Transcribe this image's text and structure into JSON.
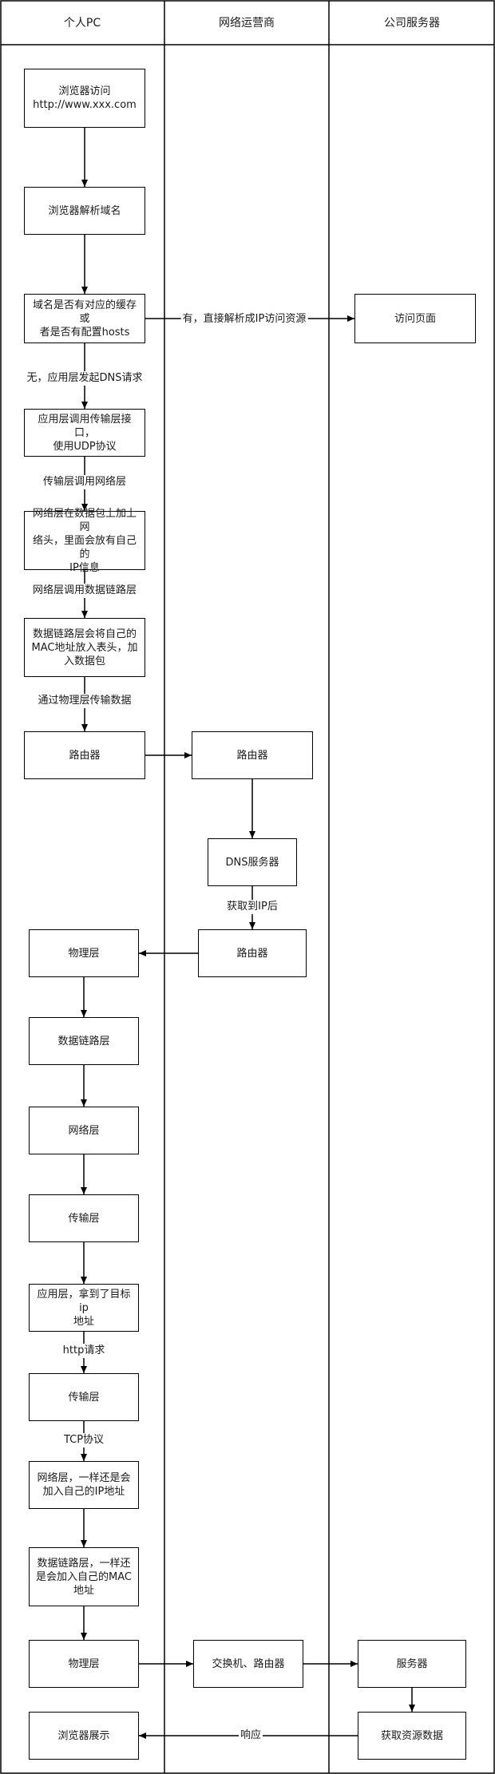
{
  "lanes": [
    "个人PC",
    "网络运营商",
    "公司服务器"
  ],
  "nodes": {
    "n1": "浏览器访问\nhttp://www.xxx.com",
    "n2": "浏览器解析域名",
    "n3": "域名是否有对应的缓存或\n者是否有配置hosts",
    "n4": "访问页面",
    "n5": "应用层调用传输层接口，\n使用UDP协议",
    "n6": "网络层在数据包上加上网\n络头，里面会放有自己的\nIP信息",
    "n7": "数据链路层会将自己的\nMAC地址放入表头，加\n入数据包",
    "n8": "路由器",
    "n9": "路由器",
    "n10": "DNS服务器",
    "n11": "路由器",
    "n12": "物理层",
    "n13": "数据链路层",
    "n14": "网络层",
    "n15": "传输层",
    "n16": "应用层，拿到了目标ip\n地址",
    "n17": "传输层",
    "n18": "网络层，一样还是会\n加入自己的IP地址",
    "n19": "数据链路层，一样还\n是会加入自己的MAC\n地址",
    "n20": "物理层",
    "n21": "交换机、路由器",
    "n22": "服务器",
    "n23": "获取资源数据",
    "n24": "浏览器展示"
  },
  "edge_labels": {
    "e_cache_hit": "有，直接解析成IP访问资源",
    "e_cache_miss": "无，应用层发起DNS请求",
    "e_transport_network": "传输层调用网络层",
    "e_network_link": "网络层调用数据链路层",
    "e_physical": "通过物理层传输数据",
    "e_dns_ip": "获取到IP后",
    "e_http": "http请求",
    "e_tcp": "TCP协议",
    "e_response": "响应"
  }
}
